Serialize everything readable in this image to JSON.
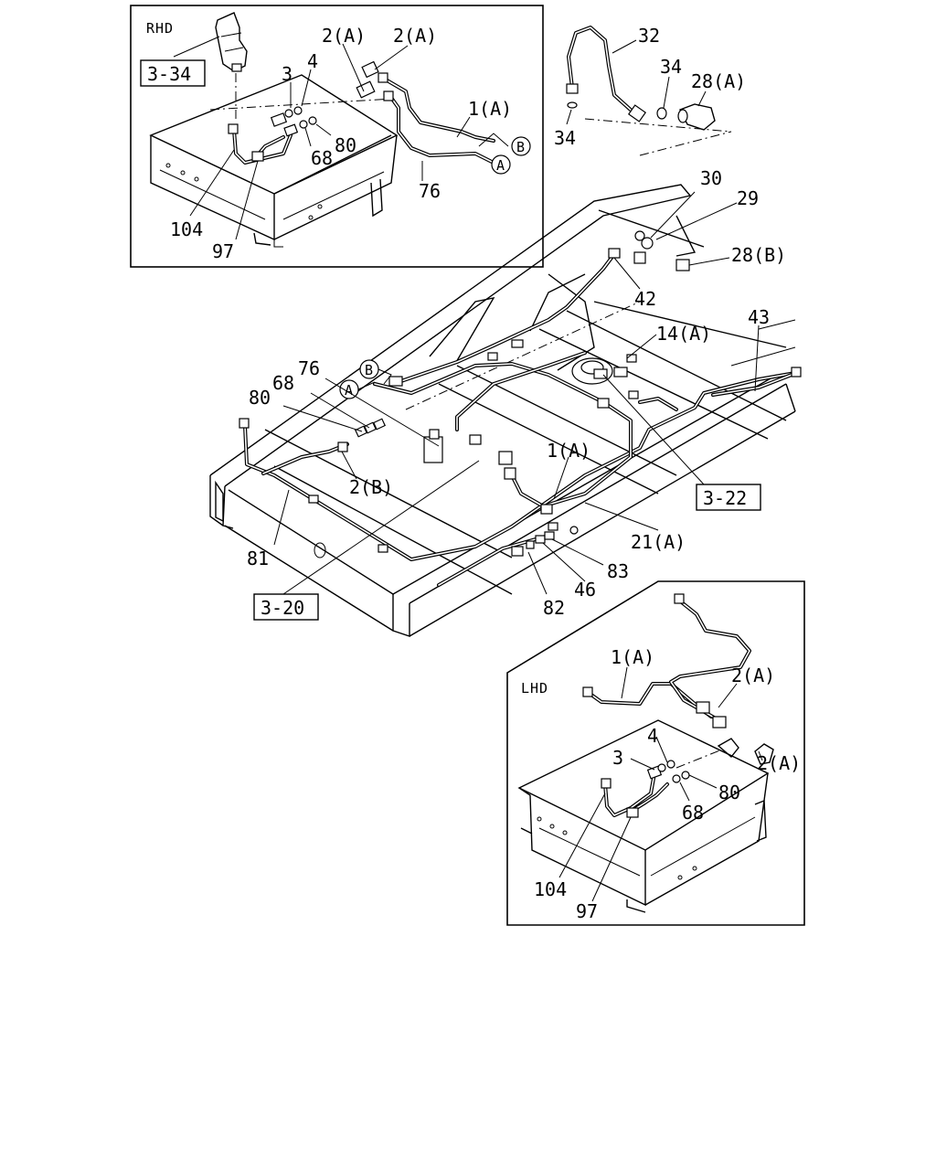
{
  "insets": {
    "rhd": {
      "title": "RHD"
    },
    "lhd": {
      "title": "LHD"
    }
  },
  "refs": {
    "r334": "3-34",
    "r322": "3-22",
    "r320": "3-20"
  },
  "markers": {
    "a": "A",
    "b": "B"
  },
  "labels": {
    "rhd": {
      "p2a_1": "2(A)",
      "p2a_2": "2(A)",
      "p3": "3",
      "p4": "4",
      "p1a": "1(A)",
      "p80": "80",
      "p68": "68",
      "p76": "76",
      "p104": "104",
      "p97": "97"
    },
    "top": {
      "p32": "32",
      "p34a": "34",
      "p28a": "28(A)",
      "p34b": "34",
      "p30": "30",
      "p29": "29",
      "p28b": "28(B)",
      "p42": "42"
    },
    "main": {
      "p14a": "14(A)",
      "p43": "43",
      "p76": "76",
      "p68": "68",
      "p80": "80",
      "p2b": "2(B)",
      "p1a": "1(A)",
      "p81": "81",
      "p21a": "21(A)",
      "p83": "83",
      "p46": "46",
      "p82": "82"
    },
    "lhd": {
      "p1a": "1(A)",
      "p2a_1": "2(A)",
      "p2a_2": "2(A)",
      "p4": "4",
      "p3": "3",
      "p80": "80",
      "p68": "68",
      "p104": "104",
      "p97": "97"
    }
  }
}
